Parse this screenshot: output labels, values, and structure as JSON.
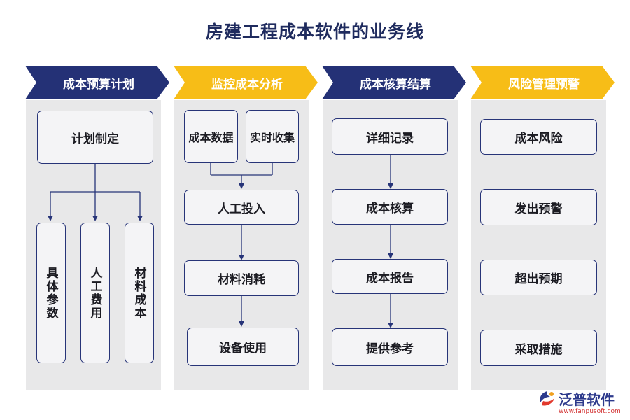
{
  "title": "房建工程成本软件的业务线",
  "lanes": [
    {
      "header": "成本预算计划",
      "items": [
        "计划制定",
        "具体参数",
        "人工费用",
        "材料成本"
      ]
    },
    {
      "header": "监控成本分析",
      "items": [
        "成本数据",
        "实时收集",
        "人工投入",
        "材料消耗",
        "设备使用"
      ]
    },
    {
      "header": "成本核算结算",
      "items": [
        "详细记录",
        "成本核算",
        "成本报告",
        "提供参考"
      ]
    },
    {
      "header": "风险管理预警",
      "items": [
        "成本风险",
        "发出预警",
        "超出预期",
        "采取措施"
      ]
    }
  ],
  "colors": {
    "navy": "#243176",
    "gold": "#f7bd17",
    "column": "#e8e8e9",
    "box_border": "#273478"
  },
  "logo": {
    "name": "泛普软件",
    "url": "www.fanpusoft.com",
    "icon": "fanpu-logo-icon"
  }
}
